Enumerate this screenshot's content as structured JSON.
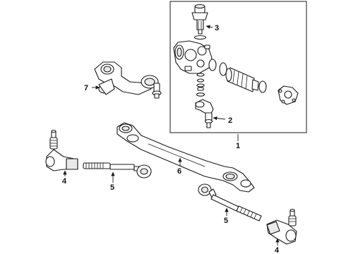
{
  "diagram": {
    "callouts": [
      {
        "id": "c1",
        "number": "1"
      },
      {
        "id": "c2",
        "number": "2"
      },
      {
        "id": "c3",
        "number": "3"
      },
      {
        "id": "c4a",
        "number": "4"
      },
      {
        "id": "c4b",
        "number": "4"
      },
      {
        "id": "c5a",
        "number": "5"
      },
      {
        "id": "c5b",
        "number": "5"
      },
      {
        "id": "c6",
        "number": "6"
      },
      {
        "id": "c7",
        "number": "7"
      }
    ]
  }
}
